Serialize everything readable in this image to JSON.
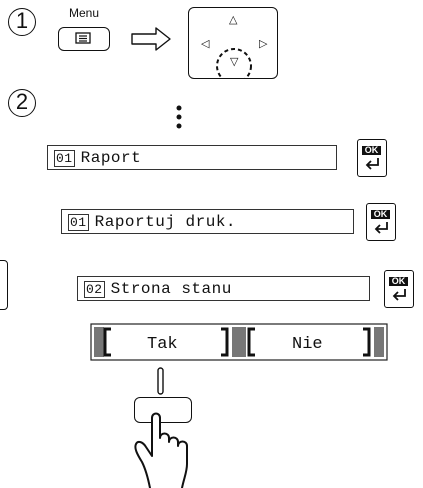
{
  "steps": {
    "step1": "1",
    "step2": "2"
  },
  "menu_key": {
    "label": "Menu"
  },
  "dpad": {
    "up": "△",
    "left": "◁",
    "right": "▷",
    "down": "▽"
  },
  "lcd_rows": [
    {
      "number": "01",
      "text": "Raport"
    },
    {
      "number": "01",
      "text": "Raportuj druk."
    },
    {
      "number": "02",
      "text": "Strona stanu"
    }
  ],
  "ok_button": {
    "label": "OK"
  },
  "choices": {
    "yes": "Tak",
    "no": "Nie"
  }
}
